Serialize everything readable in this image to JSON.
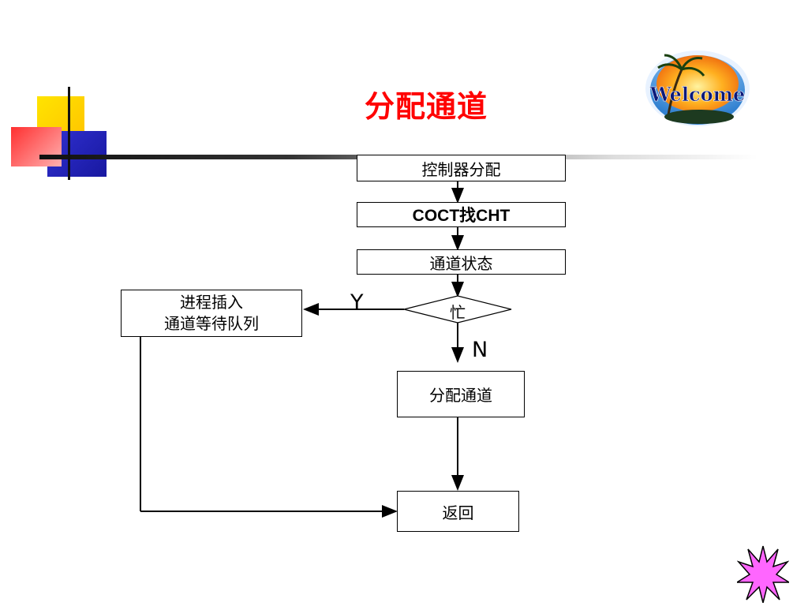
{
  "slide": {
    "title": "分配通道"
  },
  "flow": {
    "step1": "控制器分配",
    "step2": "COCT找CHT",
    "step3": "通道状态",
    "decision": "忙",
    "yes_label": "Y",
    "no_label": "N",
    "wait_line1": "进程插入",
    "wait_line2": "通道等待队列",
    "allocate": "分配通道",
    "return": "返回"
  },
  "badge": {
    "welcome_text": "Welcome"
  },
  "colors": {
    "title": "#ff0000",
    "deco_yellow": "#ffd000",
    "deco_red": "#ff2a2a",
    "deco_blue": "#2020c0",
    "starburst": "#ff66ff",
    "welcome_text": "#0c1a7a"
  }
}
